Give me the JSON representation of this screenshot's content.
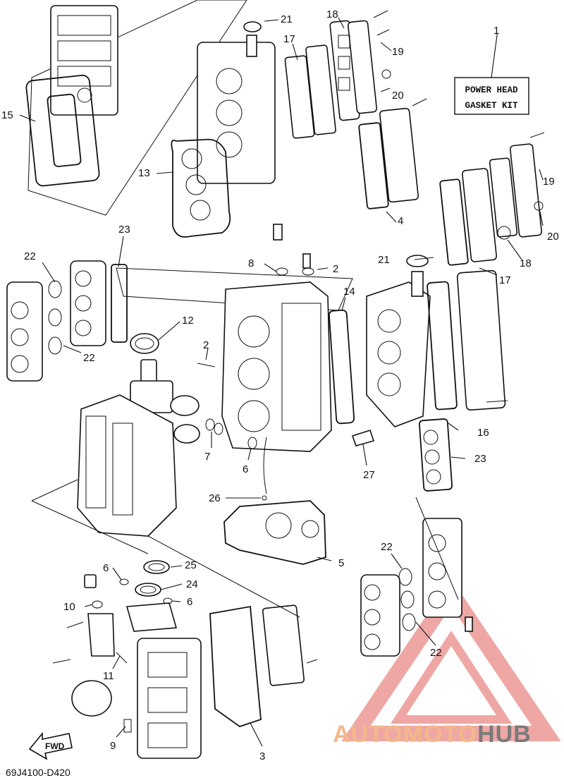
{
  "kit_label": {
    "line1": "POWER HEAD",
    "line2": "GASKET KIT"
  },
  "diagram_code": "69J4100-D420",
  "fwd_label": "FWD",
  "watermark": {
    "part1": "AUTOMOTO",
    "part2": "HUB",
    "color1": "#f3b88a",
    "color2": "#7a7a7a",
    "logo_color": "#e98a86"
  },
  "callouts": {
    "n1": "1",
    "n2a": "2",
    "n2b": "2",
    "n3": "3",
    "n4": "4",
    "n5": "5",
    "n6a": "6",
    "n6b": "6",
    "n6c": "6",
    "n7": "7",
    "n8": "8",
    "n9": "9",
    "n10": "10",
    "n11": "11",
    "n12": "12",
    "n13": "13",
    "n14": "14",
    "n15": "15",
    "n16": "16",
    "n17a": "17",
    "n17b": "17",
    "n18a": "18",
    "n18b": "18",
    "n19a": "19",
    "n19b": "19",
    "n20a": "20",
    "n20b": "20",
    "n21a": "21",
    "n21b": "21",
    "n22a": "22",
    "n22b": "22",
    "n22c": "22",
    "n22d": "22",
    "n23a": "23",
    "n23b": "23",
    "n24": "24",
    "n25": "25",
    "n26": "26",
    "n27": "27"
  }
}
